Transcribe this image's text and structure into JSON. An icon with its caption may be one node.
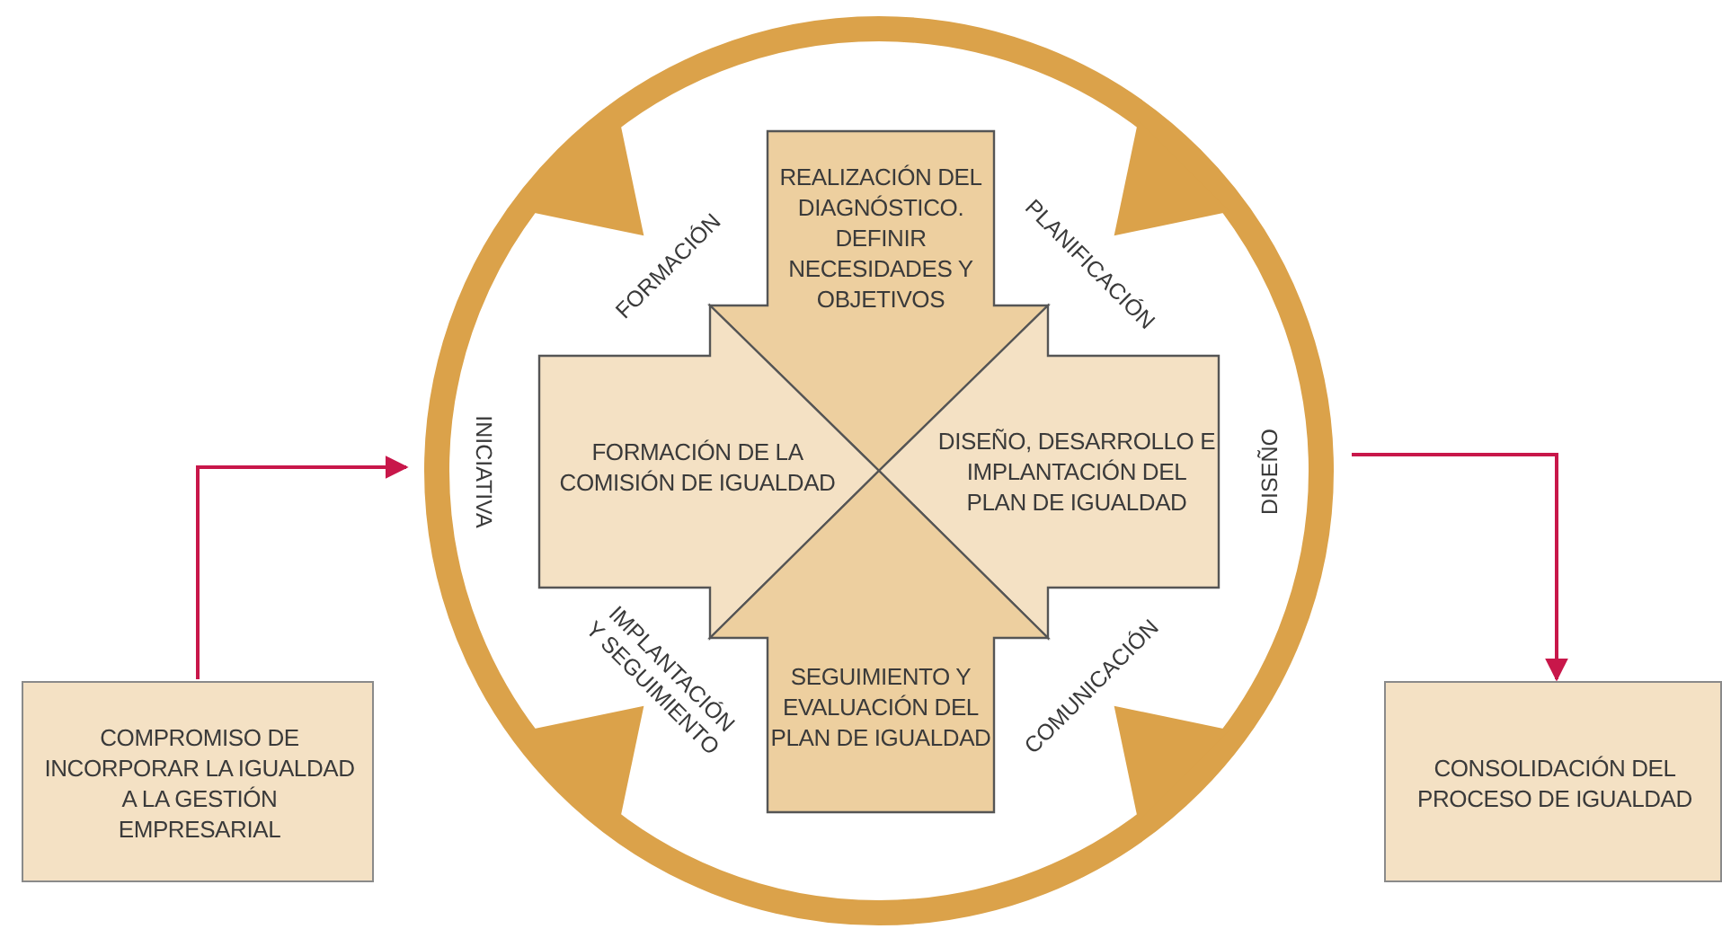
{
  "diagram": {
    "nodes": [
      {
        "text": [
          "COMPROMISO DE INCORPORAR LA IGUALDAD A LA GESTIÓN EMPRESARIAL"
        ]
      },
      {
        "text": [],
        "shape": "circle"
      },
      {
        "text": [
          "REALIZACIÓN DEL DIAGNÓSTICO. DEFINIR NECESIDADES Y OBJETIVOS"
        ],
        "in": 1
      },
      {
        "text": [
          "FORMACIÓN DE LA COMISIÓN DE IGUALDAD"
        ],
        "in": 1
      },
      {
        "text": [
          "DISEÑO, DESARROLLO E IMPLANTACIÓN DEL PLAN DE IGUALDAD"
        ],
        "in": 1
      },
      {
        "text": [
          "SEGUIMIENTO Y EVALUACIÓN DEL PLAN DE IGUALDAD"
        ],
        "in": 1
      },
      {
        "text": [
          "CONSOLIDACIÓN DEL PROCESO DE IGUALDAD"
        ]
      }
    ],
    "edges": [
      {
        "from": 0,
        "to": 1,
        "arrow": "to"
      },
      {
        "from": 1,
        "to": 6,
        "arrow": "to"
      }
    ],
    "labels": [
      "FORMACIÓN",
      "PLANIFICACIÓN",
      "INICIATIVA",
      "DISEÑO",
      "IMPLANTACIÓN Y SEGUIMIENTO",
      "COMUNICACIÓN"
    ]
  }
}
